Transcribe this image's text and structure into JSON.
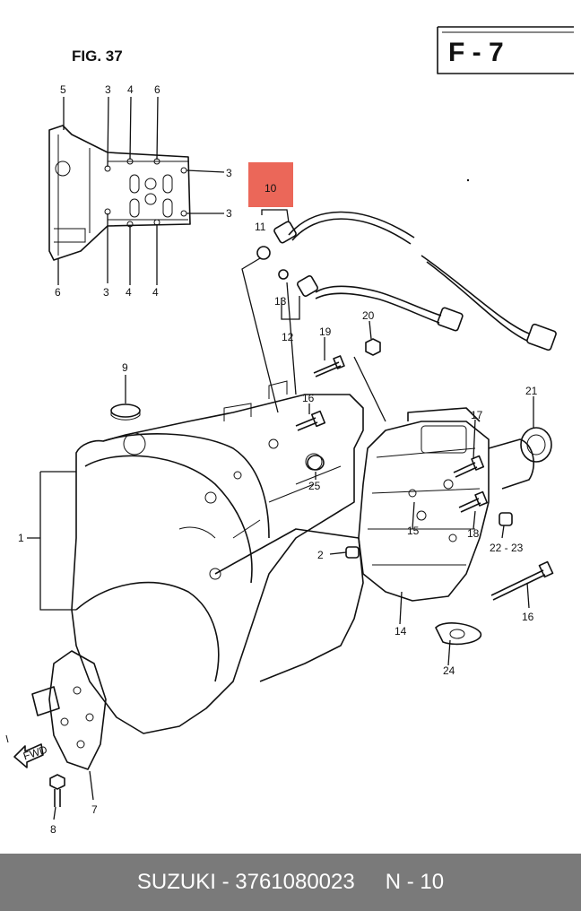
{
  "figure": {
    "title": "FIG. 37",
    "page_code": "F - 7"
  },
  "highlight": {
    "part_number": "10",
    "color": "#e74c3c"
  },
  "callouts": {
    "c1": "1",
    "c2": "2",
    "c3a": "3",
    "c3b": "3",
    "c3c": "3",
    "c3d": "3",
    "c4a": "4",
    "c4b": "4",
    "c4c": "4",
    "c5": "5",
    "c6a": "6",
    "c6b": "6",
    "c7": "7",
    "c8": "8",
    "c9": "9",
    "c11": "11",
    "c12": "12",
    "c13": "13",
    "c14": "14",
    "c15": "15",
    "c16a": "16",
    "c16b": "16",
    "c17": "17",
    "c18": "18",
    "c19": "19",
    "c20": "20",
    "c21": "21",
    "c2223": "22 - 23",
    "c24": "24",
    "c25": "25"
  },
  "fwd_label": "FWD",
  "footer": {
    "left": "SUZUKI - 3761080023",
    "right": "N - 10"
  }
}
